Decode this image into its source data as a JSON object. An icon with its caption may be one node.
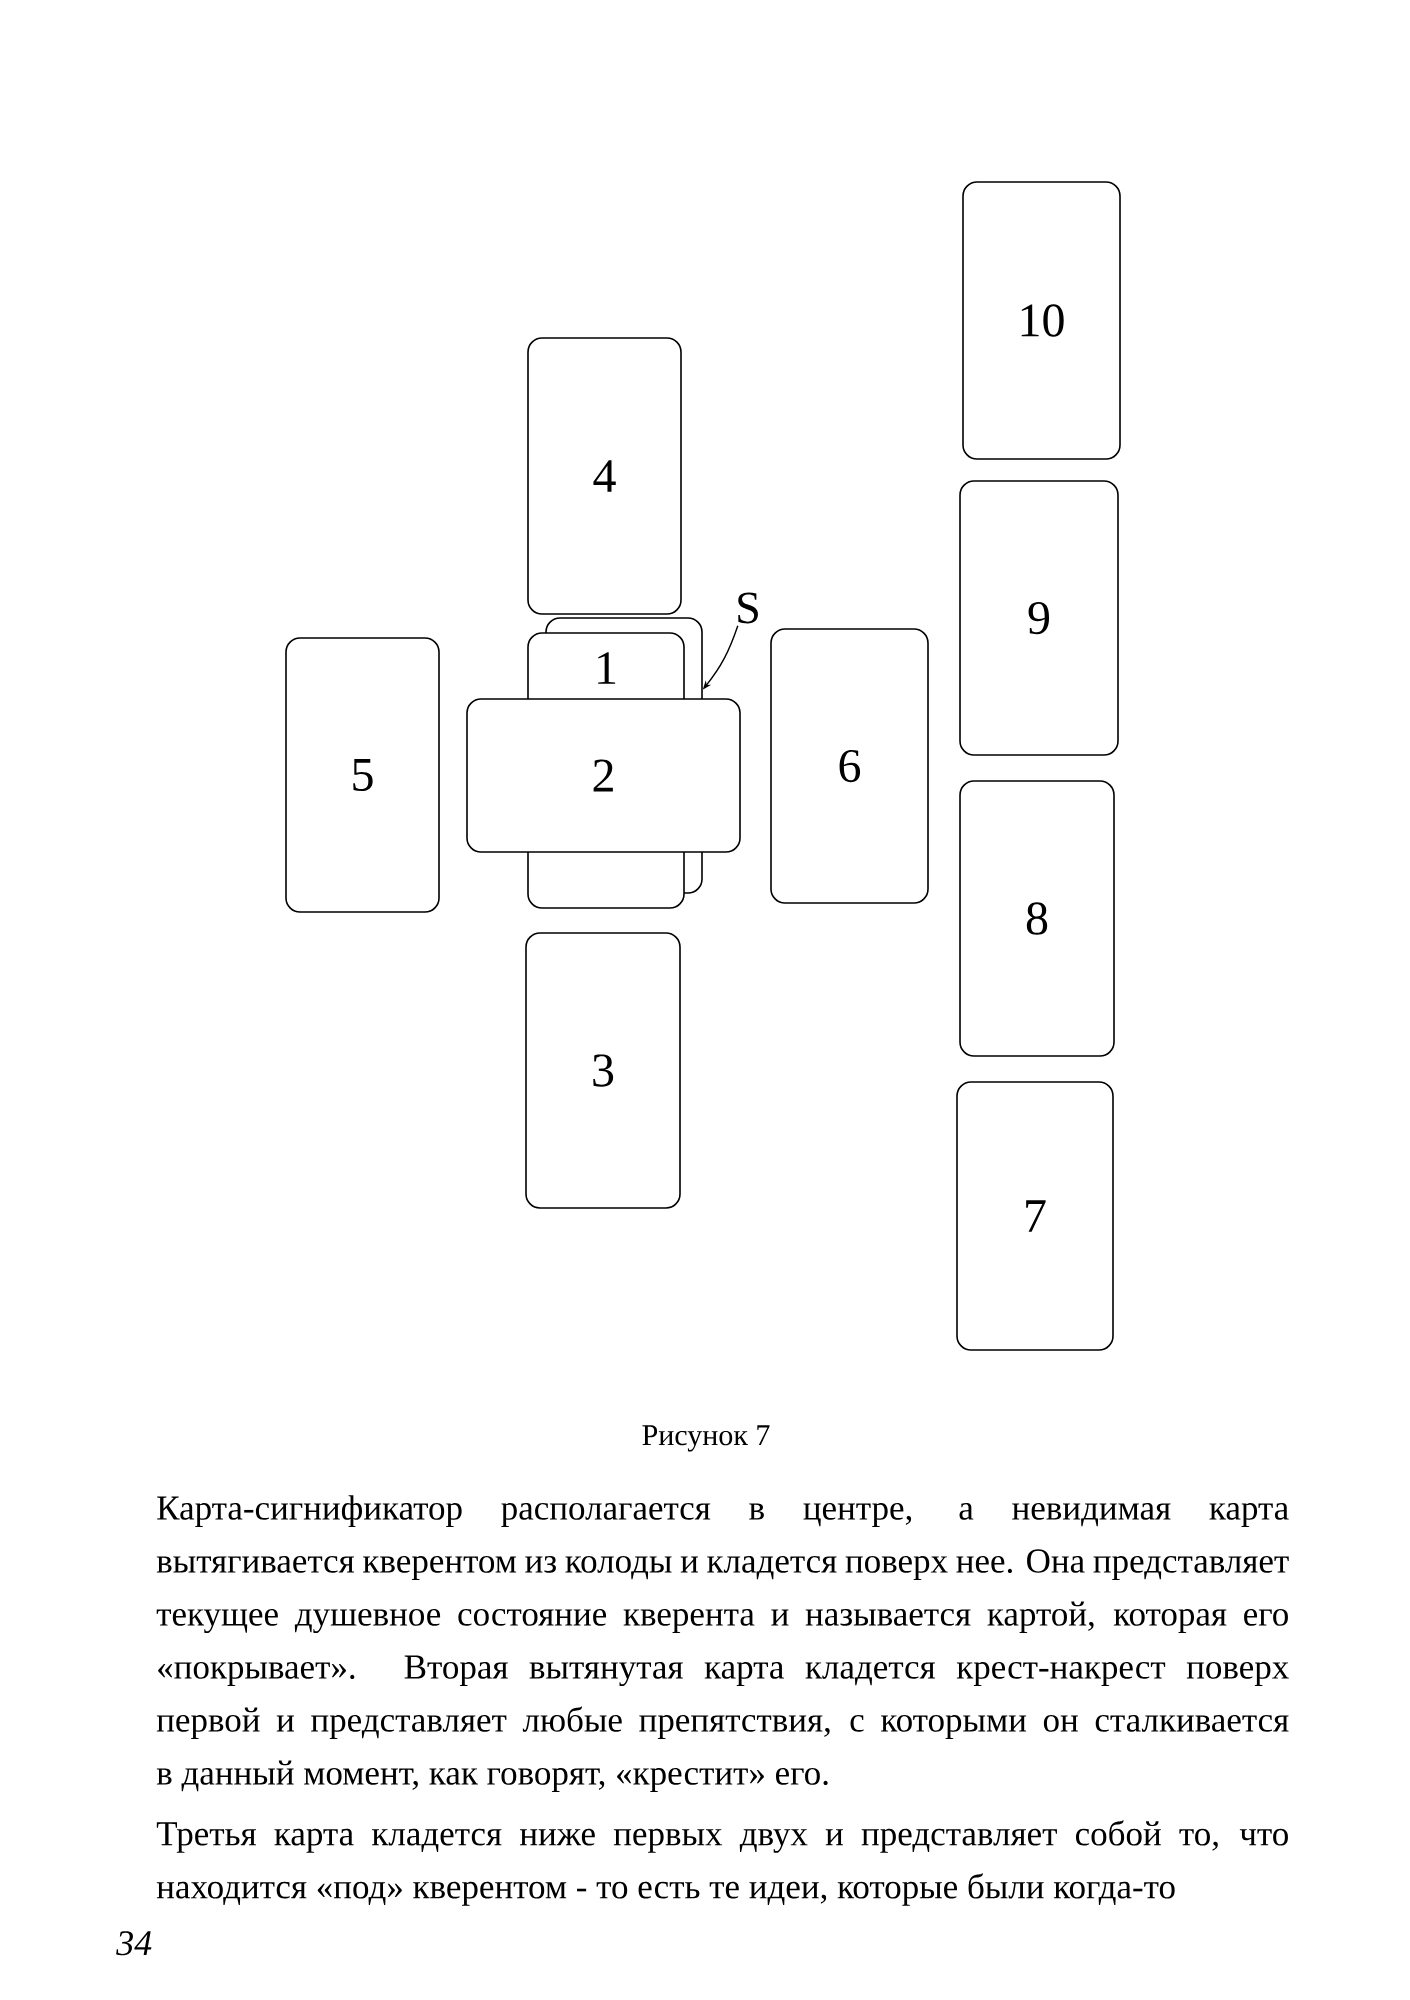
{
  "diagram": {
    "caption": "Рисунок 7",
    "nodes": [
      {
        "text": [
          "10"
        ]
      },
      {
        "text": [
          "4"
        ]
      },
      {
        "text": [
          "S"
        ]
      },
      {
        "text": [],
        "shape": "box"
      },
      {
        "text": [
          "1"
        ]
      },
      {
        "text": [
          "5"
        ]
      },
      {
        "text": [
          "2"
        ]
      },
      {
        "text": [
          "6"
        ]
      },
      {
        "text": [
          "9"
        ]
      },
      {
        "text": [
          "8"
        ]
      },
      {
        "text": [
          "3"
        ]
      },
      {
        "text": [
          "7"
        ]
      }
    ],
    "edges": [
      {
        "from": 2,
        "to": 3,
        "arrow": "to"
      }
    ],
    "labels": [
      "Карта-сигнификатор располагается в центре, а невидимая карта вытягивается кверентом из колоды и кладется поверх нее. Она представляет текущее душевное состояние кверента и называется картой, которая его «покрывает». Вторая вытянутая карта кладется крест-накрест поверх первой и представляет любые препятствия, с которыми он сталкивается в данный момент, как говорят, «крестит» его.",
      "Третья карта кладется ниже первых двух и представляет собой то, что находится «под» кверентом - то есть те идеи, которые были когда-то",
      "34"
    ]
  }
}
